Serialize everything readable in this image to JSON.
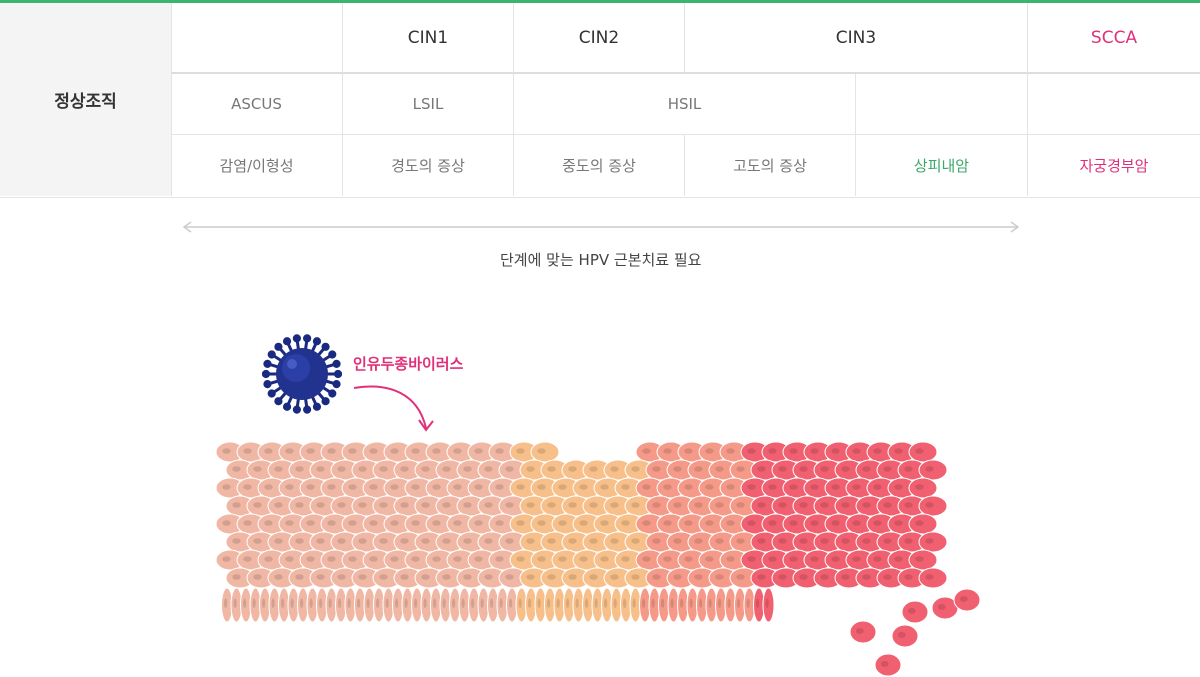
{
  "table": {
    "normal_label": "정상조직",
    "row1": [
      "",
      "CIN1",
      "CIN2",
      "CIN3",
      "SCCA"
    ],
    "row2": [
      "ASCUS",
      "LSIL",
      "HSIL",
      "",
      ""
    ],
    "row3": [
      "감염/이형성",
      "경도의 증상",
      "중도의 증상",
      "고도의 증상",
      "상피내암",
      "자궁경부암"
    ]
  },
  "treatment_note": "단계에 맞는 HPV 근본치료 필요",
  "virus_label": "인유두종바이러스",
  "colors": {
    "accent_green": "#3cb371",
    "accent_pink": "#e0307a",
    "normal_cells": "#f0b7a4",
    "early_cells": "#f7c08a",
    "mid_cells": "#f59a88",
    "late_cells": "#f06070",
    "virus": "#1f2f8f"
  }
}
